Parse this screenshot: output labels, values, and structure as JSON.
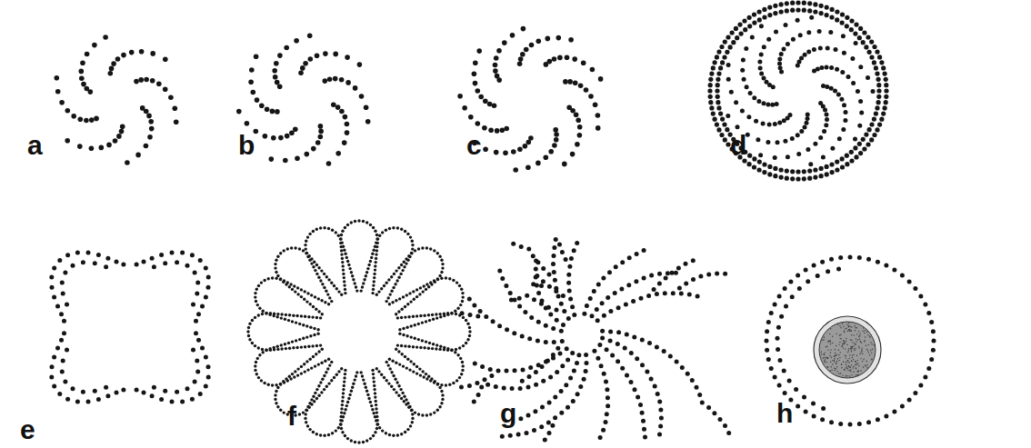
{
  "diagram": {
    "labels": [
      "a",
      "b",
      "c",
      "d",
      "e",
      "f",
      "g",
      "h"
    ]
  }
}
